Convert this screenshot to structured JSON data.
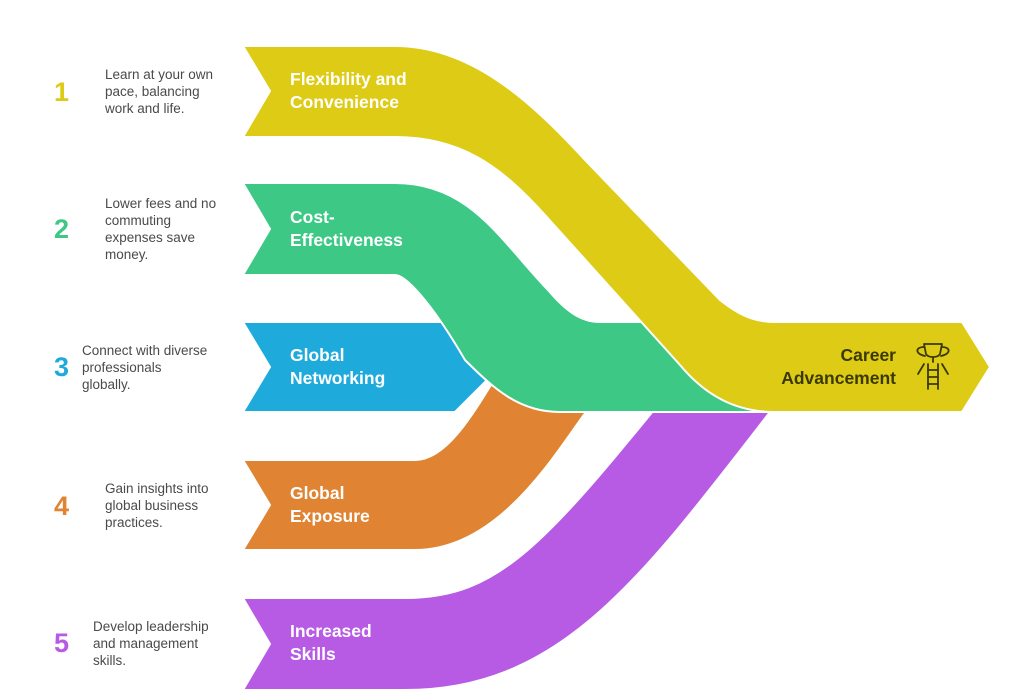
{
  "items": [
    {
      "number": "1",
      "title_line1": "Flexibility and",
      "title_line2": "Convenience",
      "desc_line1": "Learn at your own",
      "desc_line2": "pace, balancing",
      "desc_line3": "work and life.",
      "desc_line4": "",
      "color": "#DDCB16"
    },
    {
      "number": "2",
      "title_line1": "Cost-",
      "title_line2": "Effectiveness",
      "desc_line1": "Lower fees and no",
      "desc_line2": "commuting",
      "desc_line3": "expenses save",
      "desc_line4": "money.",
      "color": "#3EC885"
    },
    {
      "number": "3",
      "title_line1": "Global",
      "title_line2": "Networking",
      "desc_line1": "Connect with diverse",
      "desc_line2": "professionals",
      "desc_line3": "globally.",
      "desc_line4": "",
      "color": "#1FAADC"
    },
    {
      "number": "4",
      "title_line1": "Global",
      "title_line2": "Exposure",
      "desc_line1": "Gain insights into",
      "desc_line2": "global business",
      "desc_line3": "practices.",
      "desc_line4": "",
      "color": "#E08433"
    },
    {
      "number": "5",
      "title_line1": "Increased",
      "title_line2": "Skills",
      "desc_line1": "Develop leadership",
      "desc_line2": "and management",
      "desc_line3": "skills.",
      "desc_line4": "",
      "color": "#B75BE5"
    }
  ],
  "target": {
    "line1": "Career",
    "line2": "Advancement",
    "icon": "trophy-ladder-icon",
    "color": "#DDCB16"
  }
}
